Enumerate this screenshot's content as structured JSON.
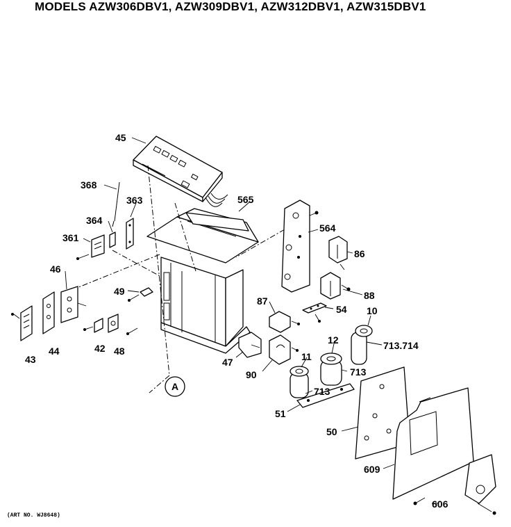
{
  "header": {
    "title": "MODELS AZW306DBV1, AZW309DBV1, AZW312DBV1, AZW315DBV1"
  },
  "footer": {
    "art_number": "(ART NO. WJ8648)"
  },
  "callouts": {
    "c45": "45",
    "c368": "368",
    "c363": "363",
    "c364": "364",
    "c361": "361",
    "c565": "565",
    "c564": "564",
    "c86": "86",
    "c88": "88",
    "c46": "46",
    "c49": "49",
    "c87": "87",
    "c54": "54",
    "c10": "10",
    "c713714": "713.714",
    "c43": "43",
    "c44": "44",
    "c42": "42",
    "c48": "48",
    "c47": "47",
    "c12": "12",
    "c11": "11",
    "c713a": "713",
    "c713b": "713",
    "c90": "90",
    "cA": "A",
    "c51": "51",
    "c50": "50",
    "c609": "609",
    "c606": "606"
  }
}
